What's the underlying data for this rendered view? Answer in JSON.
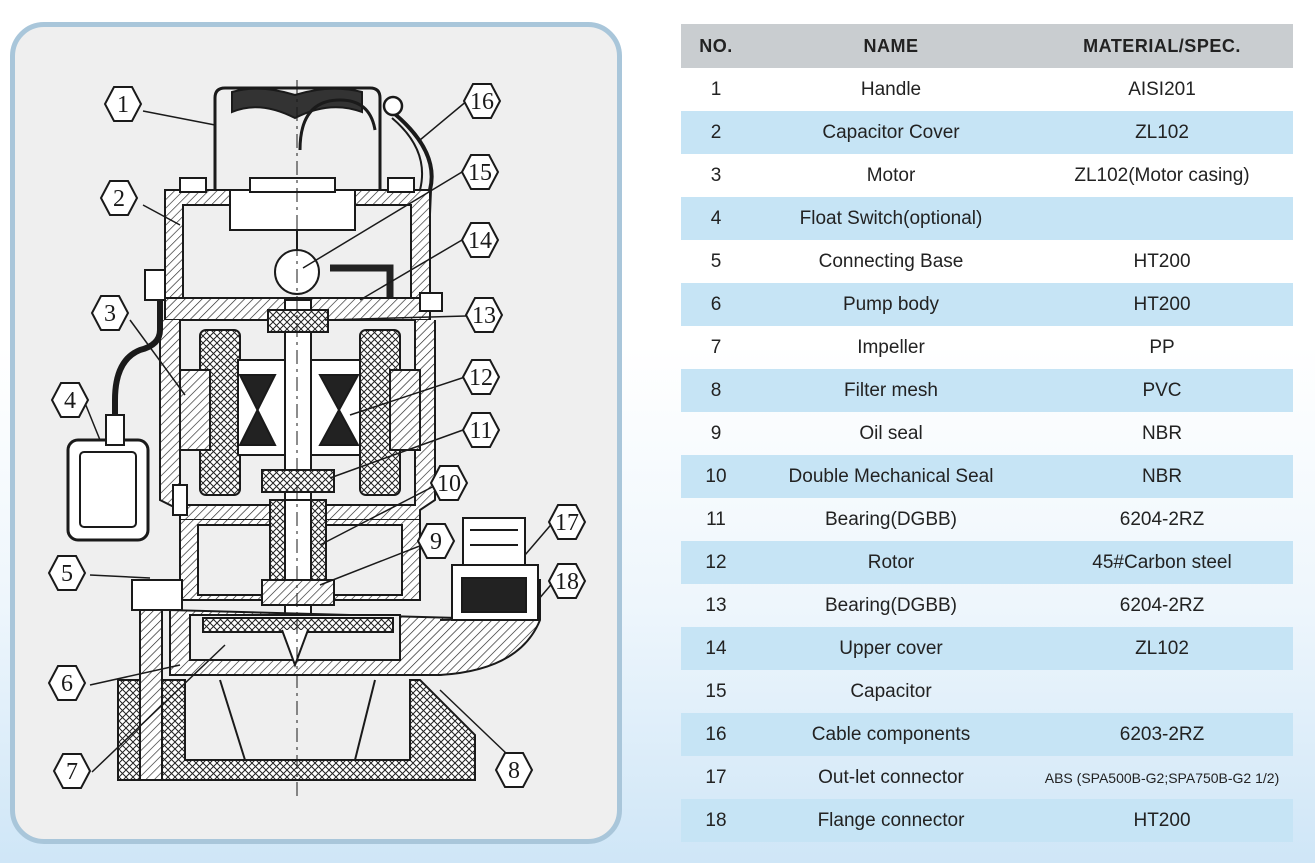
{
  "table": {
    "headers": {
      "no": "NO.",
      "name": "NAME",
      "material": "MATERIAL/SPEC."
    },
    "rows": [
      {
        "no": "1",
        "name": "Handle",
        "material": "AISI201"
      },
      {
        "no": "2",
        "name": "Capacitor Cover",
        "material": "ZL102"
      },
      {
        "no": "3",
        "name": "Motor",
        "material": "ZL102(Motor casing)"
      },
      {
        "no": "4",
        "name": "Float Switch(optional)",
        "material": ""
      },
      {
        "no": "5",
        "name": "Connecting Base",
        "material": "HT200"
      },
      {
        "no": "6",
        "name": "Pump body",
        "material": "HT200"
      },
      {
        "no": "7",
        "name": "Impeller",
        "material": "PP"
      },
      {
        "no": "8",
        "name": "Filter mesh",
        "material": "PVC"
      },
      {
        "no": "9",
        "name": "Oil seal",
        "material": "NBR"
      },
      {
        "no": "10",
        "name": "Double Mechanical Seal",
        "material": "NBR"
      },
      {
        "no": "11",
        "name": "Bearing(DGBB)",
        "material": "6204-2RZ"
      },
      {
        "no": "12",
        "name": "Rotor",
        "material": "45#Carbon steel"
      },
      {
        "no": "13",
        "name": "Bearing(DGBB)",
        "material": "6204-2RZ"
      },
      {
        "no": "14",
        "name": "Upper cover",
        "material": "ZL102"
      },
      {
        "no": "15",
        "name": "Capacitor",
        "material": ""
      },
      {
        "no": "16",
        "name": "Cable components",
        "material": "6203-2RZ"
      },
      {
        "no": "17",
        "name": "Out-let connector",
        "material": "ABS (SPA500B-G2;SPA750B-G2 1/2)"
      },
      {
        "no": "18",
        "name": "Flange connector",
        "material": "HT200"
      }
    ]
  },
  "diagram": {
    "callouts": [
      "1",
      "2",
      "3",
      "4",
      "5",
      "6",
      "7",
      "8",
      "9",
      "10",
      "11",
      "12",
      "13",
      "14",
      "15",
      "16",
      "17",
      "18"
    ],
    "colors": {
      "line": "#1a1a1a",
      "panel": "#efefef",
      "panel_border": "#a9c6da",
      "row_shade": "#c6e4f5",
      "header": "#c9cdd0"
    }
  }
}
